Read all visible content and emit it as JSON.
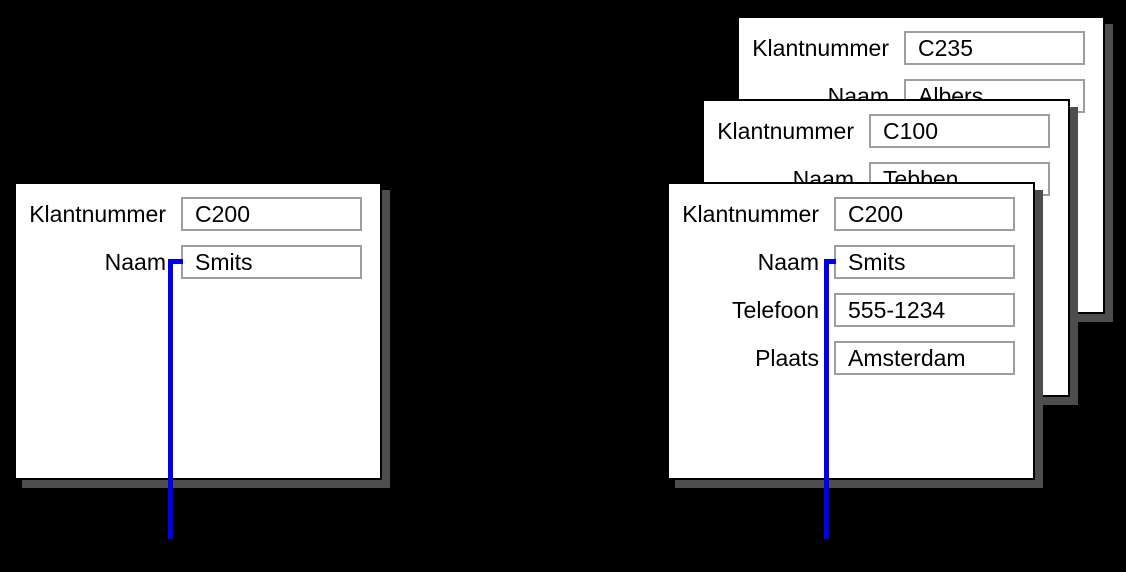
{
  "colors": {
    "background": "#000000",
    "card_bg": "#ffffff",
    "card_border": "#000000",
    "card_shadow": "#4d4d4d",
    "field_border": "#9e9e9e",
    "text": "#000000",
    "connector_blue": "#0000ee"
  },
  "cards": {
    "back": {
      "fields": [
        {
          "label": "Klantnummer",
          "value": "C235"
        },
        {
          "label": "Naam",
          "value": "Albers"
        }
      ]
    },
    "middle": {
      "fields": [
        {
          "label": "Klantnummer",
          "value": "C100"
        },
        {
          "label": "Naam",
          "value": "Tebben"
        }
      ]
    },
    "front_right": {
      "fields": [
        {
          "label": "Klantnummer",
          "value": "C200"
        },
        {
          "label": "Naam",
          "value": "Smits"
        },
        {
          "label": "Telefoon",
          "value": "555-1234"
        },
        {
          "label": "Plaats",
          "value": "Amsterdam"
        }
      ]
    },
    "left": {
      "fields": [
        {
          "label": "Klantnummer",
          "value": "C200"
        },
        {
          "label": "Naam",
          "value": "Smits"
        }
      ]
    }
  }
}
